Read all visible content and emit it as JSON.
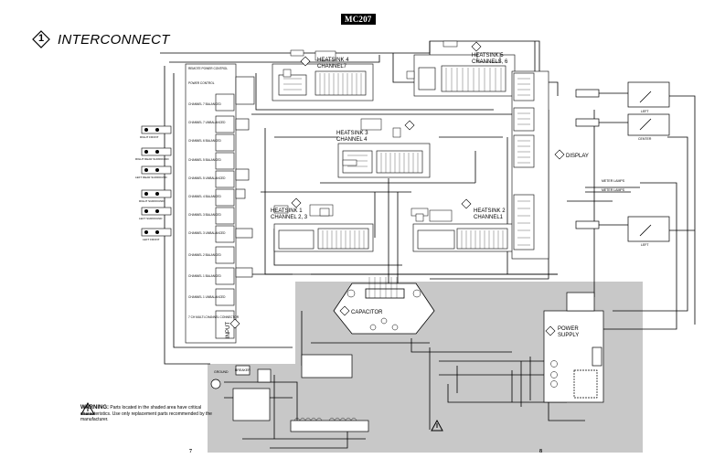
{
  "header": {
    "model": "MC207",
    "section_number": "1",
    "section_title": "INTERCONNECT"
  },
  "heatsinks": {
    "hs4": [
      "HEATSINK 4",
      "CHANNEL7"
    ],
    "hs5": [
      "HEATSINK 5",
      "CHANNELS, 6"
    ],
    "hs3": [
      "HEATSINK 3",
      "CHANNEL 4"
    ],
    "hs1": [
      "HEATSINK 1",
      "CHANNEL 2, 3"
    ],
    "hs2": [
      "HEATSINK 2",
      "CHANNEL1"
    ]
  },
  "blocks": {
    "display": "DISPLAY",
    "capacitor": "CAPACITOR",
    "power_supply": [
      "POWER",
      "SUPPLY"
    ],
    "input": "INPUT",
    "meters": [
      "LEFT",
      "CENTER",
      "LEFT"
    ],
    "meter_lamps": [
      "METER LAMPS",
      "METER LAMPS"
    ]
  },
  "input_panel": {
    "items": [
      "REMOTE POWER CONTROL",
      "POWER CONTROL",
      "CHANNEL 7 BALANCED",
      "CHANNEL 7 UNBALANCED",
      "CHANNEL 6 BALANCED",
      "CHANNEL 5 BALANCED",
      "CHANNEL 5 UNBALANCED",
      "CHANNEL 4 BALANCED",
      "CHANNEL 3 BALANCED",
      "CHANNEL 3 UNBALANCED",
      "CHANNEL 2 BALANCED",
      "CHANNEL 1 BALANCED",
      "CHANNEL 1 UNBALANCED",
      "7 CH MULTI-CHANNEL CONNECTOR"
    ]
  },
  "speakers": [
    "RIGHT FRONT",
    "RIGHT REAR SURROUND",
    "LEFT REAR SURROUND",
    "RIGHT SURROUND",
    "LEFT SURROUND",
    "LEFT FRONT"
  ],
  "mains": [
    "GROUND",
    "BREAKER"
  ],
  "warning": {
    "head": "WARNING:",
    "body": "Parts located in the shaded area have critical characteristics. Use only replacement parts recommended by the manufacturer."
  },
  "pages": {
    "left": "7",
    "right": "8"
  }
}
